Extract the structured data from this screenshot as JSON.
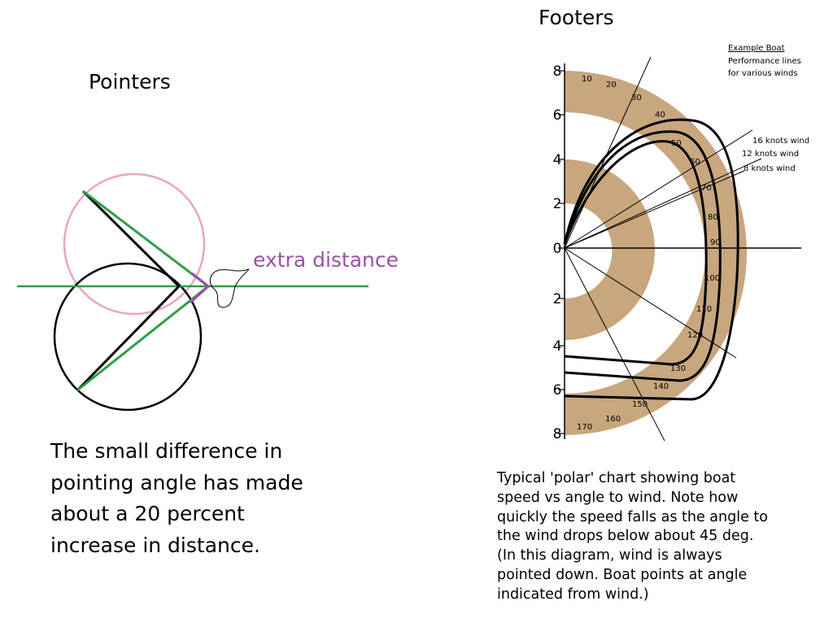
{
  "left_panel": {
    "title": "Pointers",
    "extra_distance_label": "extra distance",
    "caption": "The small difference in\npointing angle has made\nabout a 20 percent\nincrease in distance.",
    "colors": {
      "pink_circle": "#e8a6c4",
      "black": "#000000",
      "green": "#2e9e46",
      "purple": "#9b50a8"
    }
  },
  "right_panel": {
    "title": "Footers",
    "legend_title_line1": "Example Boat",
    "legend_title_line2": "Performance lines",
    "legend_title_line3": "for various winds",
    "wind_labels": [
      "16 knots wind",
      "12 knots wind",
      "8 knots wind"
    ],
    "y_tick_labels": [
      "8",
      "6",
      "4",
      "2",
      "0",
      "2",
      "4",
      "6",
      "8"
    ],
    "angle_labels": [
      "10",
      "20",
      "30",
      "40",
      "50",
      "60",
      "70",
      "80",
      "90",
      "100",
      "110",
      "120",
      "130",
      "140",
      "150",
      "160",
      "170"
    ],
    "caption": "Typical 'polar' chart showing boat\nspeed vs angle to wind. Note how\nquickly the speed falls as the angle to\nthe wind drops below about 45 deg.\n(In this diagram, wind is always\npointed down. Boat points at angle\nindicated from wind.)",
    "colors": {
      "band": "#c8a67e",
      "axis": "#000000"
    }
  }
}
